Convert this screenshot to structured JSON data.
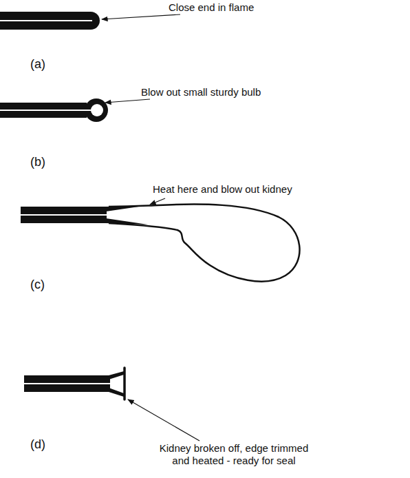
{
  "diagram": {
    "labels": [
      "Close end in flame",
      "(a)",
      "Blow out small sturdy bulb",
      "(b)",
      "Heat here and blow out kidney",
      "(c)",
      "Kidney broken off, edge trimmed and heated - ready for seal",
      "(d)"
    ]
  }
}
